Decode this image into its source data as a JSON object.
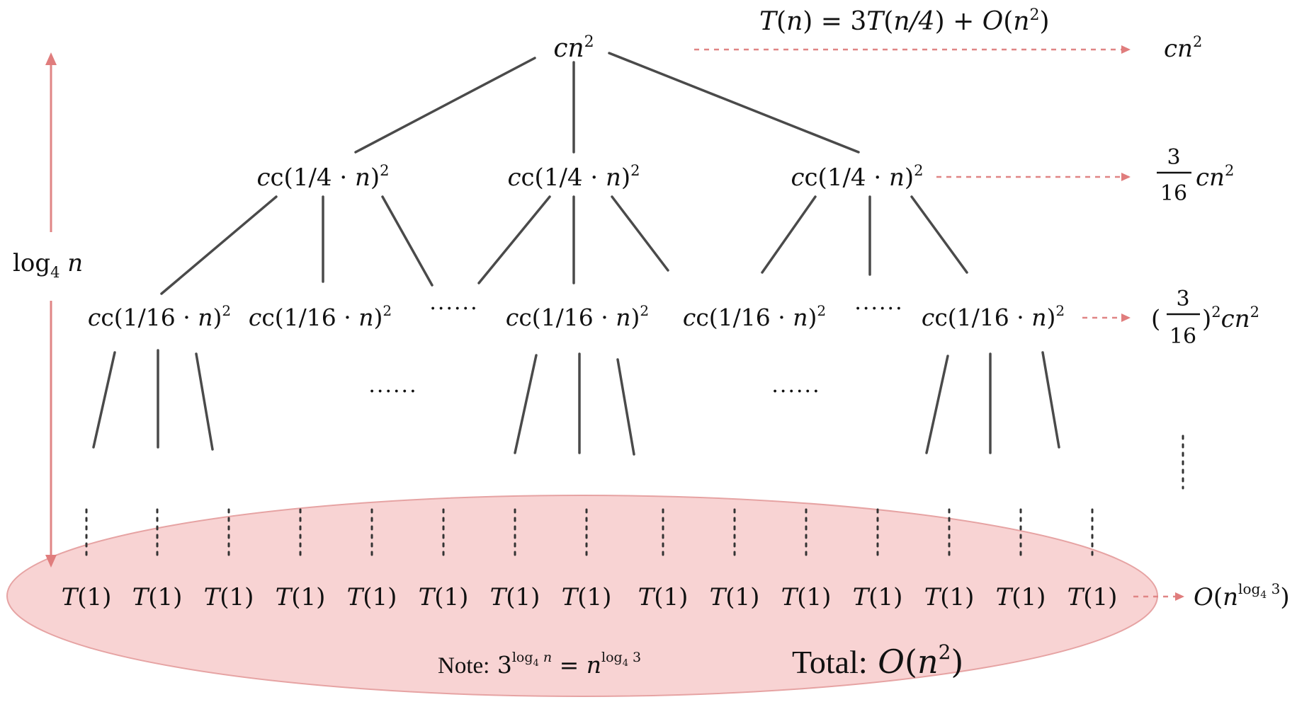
{
  "recurrence": {
    "lhs": "T",
    "arg": "n",
    "eq": "=",
    "coef": "3",
    "sub_arg": "n/4",
    "plus": "+",
    "big_o": "O",
    "term": "n",
    "exp": "2"
  },
  "height_label": {
    "base": "log",
    "sub": "4",
    "var": "n"
  },
  "tree": {
    "root": {
      "c": "c",
      "n": "n",
      "exp": "2"
    },
    "level1": {
      "prefix": "c(1/4 · ",
      "var": "n",
      "suffix": ")",
      "exp": "2",
      "count": 3
    },
    "level2": {
      "prefix": "c(1/16 · ",
      "var": "n",
      "suffix": ")",
      "exp": "2",
      "count": 5
    },
    "ellipsis": "······",
    "leaf": {
      "fn": "T",
      "arg": "(1)",
      "count": 15
    }
  },
  "level_costs": {
    "root": {
      "c": "c",
      "n": "n",
      "exp": "2"
    },
    "level1": {
      "num": "3",
      "den": "16",
      "c": "c",
      "n": "n",
      "exp": "2"
    },
    "level2": {
      "open": "(",
      "num": "3",
      "den": "16",
      "close": ")",
      "exp_frac": "2",
      "c": "c",
      "n": "n",
      "exp": "2"
    },
    "leaves": {
      "big_o": "O",
      "open": "(",
      "n": "n",
      "exp_base": "log",
      "exp_sub": "4",
      "exp_val": "3",
      "close": ")"
    }
  },
  "note": {
    "label": "Note:",
    "base": "3",
    "exp_log": "log",
    "exp_sub": "4",
    "exp_var": "n",
    "eq": "=",
    "rhs_var": "n",
    "rhs_log": "log",
    "rhs_sub": "4",
    "rhs_val": "3"
  },
  "total": {
    "label": "Total:",
    "big_o": "O",
    "open": "(",
    "n": "n",
    "exp": "2",
    "close": ")"
  },
  "colors": {
    "accent": "#e08585",
    "ellipse_fill": "#f8d3d3",
    "ellipse_stroke": "#e6a3a3",
    "edge": "#4a4a4a"
  }
}
